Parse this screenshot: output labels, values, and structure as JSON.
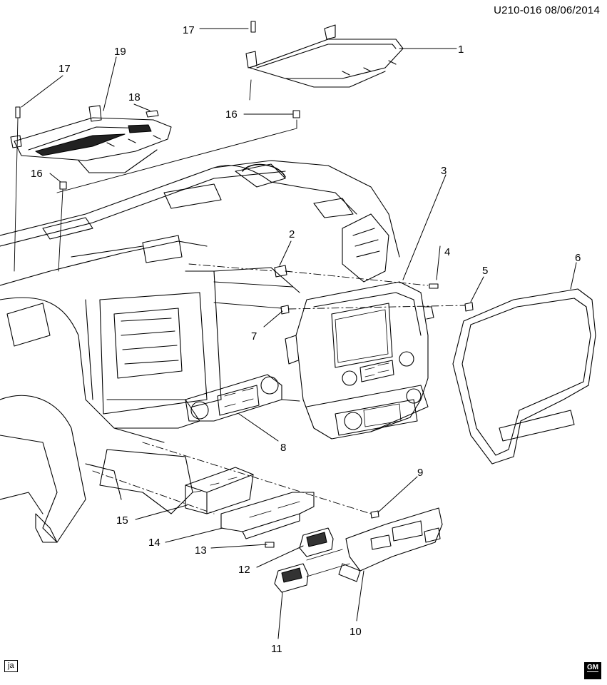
{
  "header": {
    "code": "U210-016  08/06/2014"
  },
  "footer": {
    "tag": "ja",
    "logo": "GM"
  },
  "callouts": [
    "1",
    "2",
    "3",
    "4",
    "5",
    "6",
    "7",
    "8",
    "9",
    "10",
    "11",
    "12",
    "13",
    "14",
    "15",
    "16",
    "16",
    "17",
    "17",
    "18",
    "19"
  ]
}
